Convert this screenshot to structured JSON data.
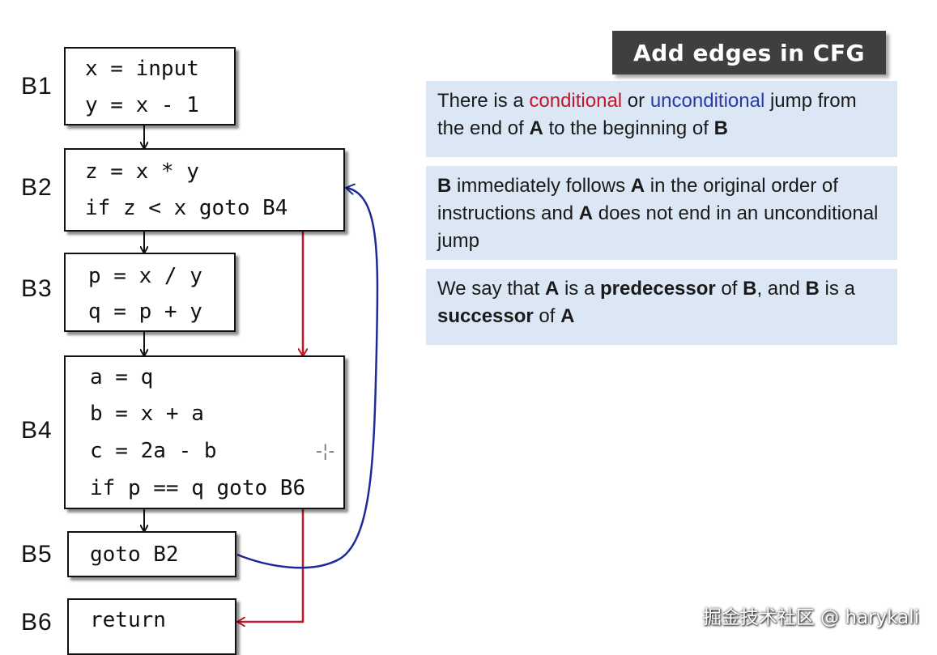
{
  "title": "Add edges in CFG",
  "blocks": {
    "b1": {
      "label": "B1",
      "lines": [
        "x = input",
        "y = x - 1"
      ]
    },
    "b2": {
      "label": "B2",
      "lines": [
        "z = x * y",
        "if z < x goto B4"
      ]
    },
    "b3": {
      "label": "B3",
      "lines": [
        "p = x / y",
        "q = p + y"
      ]
    },
    "b4": {
      "label": "B4",
      "lines": [
        "a = q",
        "b = x + a",
        "c = 2a - b",
        "if p == q goto B6"
      ]
    },
    "b5": {
      "label": "B5",
      "lines": [
        "goto B2"
      ]
    },
    "b6": {
      "label": "B6",
      "lines": [
        "return"
      ]
    }
  },
  "rules": {
    "r1": {
      "t1": "There is a ",
      "conditional": "conditional",
      "t2": " or ",
      "unconditional": "unconditional",
      "t3": " jump from the end of ",
      "a": "A",
      "t4": " to the beginning of ",
      "b": "B"
    },
    "r2": {
      "b": "B",
      "t1": " immediately follows ",
      "a": "A",
      "t2": " in the original order of instructions and ",
      "a2": "A",
      "t3": " does not end in an unconditional jump"
    },
    "r3": {
      "t1": "We say that ",
      "a": "A",
      "t2": " is a ",
      "pred": "predecessor",
      "t3": " of ",
      "b": "B",
      "t4": ", and ",
      "b2": "B",
      "t5": " is a ",
      "succ": "successor",
      "t6": " of ",
      "a2": "A"
    }
  },
  "watermark": "掘金技术社区 @ harykali",
  "colors": {
    "conditional_edge": "#c0182a",
    "unconditional_edge": "#1e2a9a",
    "fallthrough_edge": "#111111",
    "rule_bg": "#dbe7f4",
    "title_bg": "#3f3f3f"
  }
}
